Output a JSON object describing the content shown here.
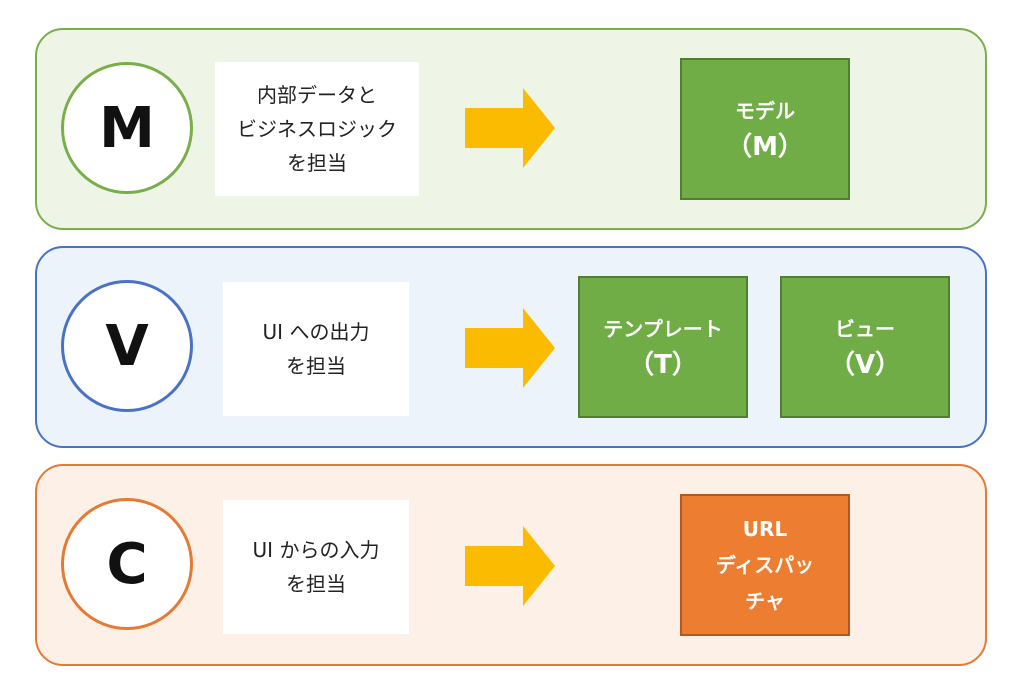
{
  "colors": {
    "m_fill": "#eef5e7",
    "m_border": "#79ae4a",
    "v_fill": "#edf3fb",
    "v_border": "#4a72c4",
    "c_fill": "#fdf0e6",
    "c_border": "#e57a35",
    "arrow": "#fbbb00",
    "green_box": "#70ad47",
    "green_box_border": "#507e32",
    "orange_box": "#ed7d31",
    "orange_box_border": "#ae5a21"
  },
  "rows": {
    "m": {
      "letter": "M",
      "description": [
        "内部データと",
        "ビジネスロジック",
        "を担当"
      ],
      "boxes": [
        {
          "title": "モデル",
          "sub": "（M）"
        }
      ]
    },
    "v": {
      "letter": "V",
      "description": [
        "UI への出力",
        "を担当"
      ],
      "boxes": [
        {
          "title": "テンプレート",
          "sub": "（T）"
        },
        {
          "title": "ビュー",
          "sub": "（V）"
        }
      ]
    },
    "c": {
      "letter": "C",
      "description": [
        "UI からの入力",
        "を担当"
      ],
      "boxes": [
        {
          "lines": [
            "URL",
            "ディスパッ",
            "チャ"
          ]
        }
      ]
    }
  }
}
